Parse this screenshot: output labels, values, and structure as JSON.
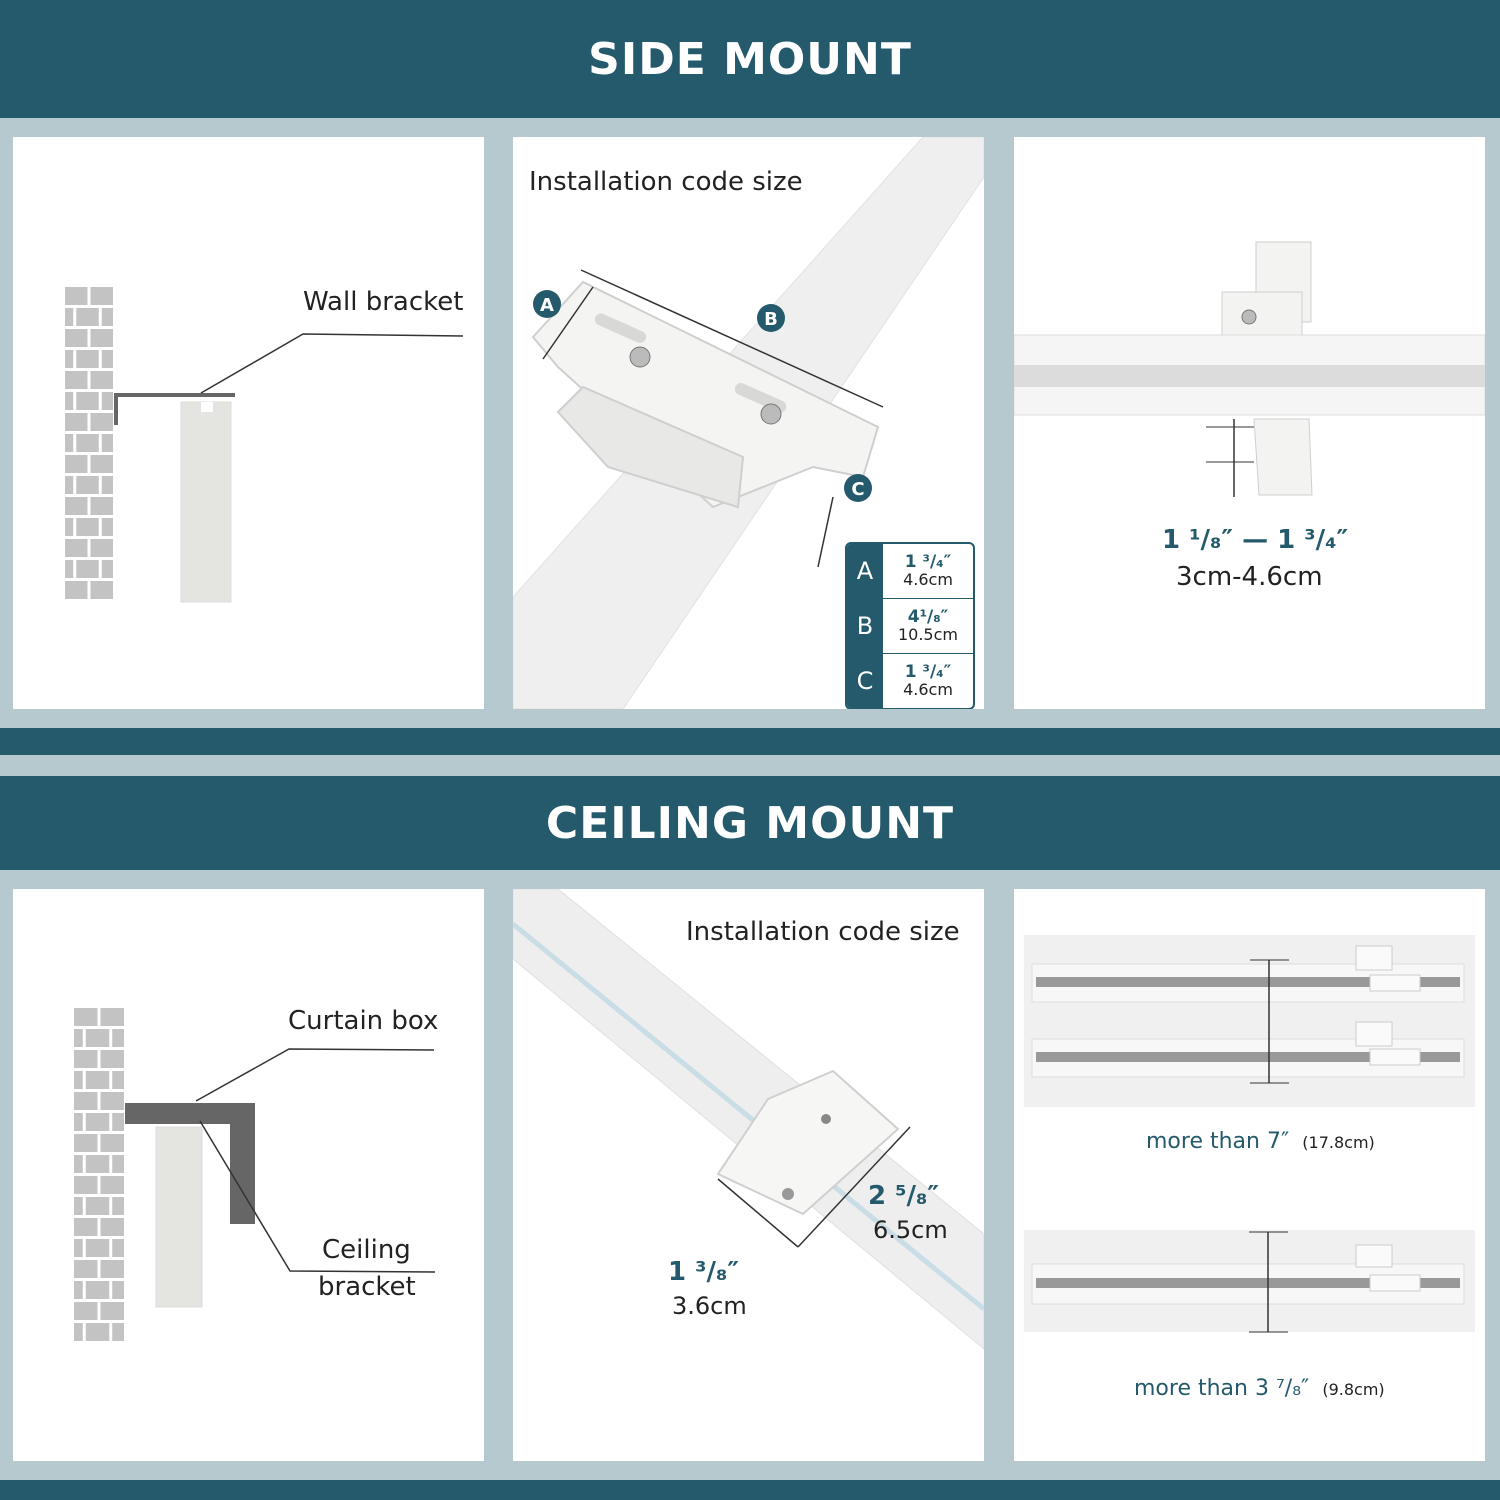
{
  "side": {
    "title": "SIDE MOUNT",
    "wall_label": "Wall bracket",
    "code_title": "Installation code size",
    "markers": [
      "A",
      "B",
      "C"
    ],
    "codes": [
      {
        "key": "A",
        "inch": "1 ³/₄″",
        "cm": "4.6cm"
      },
      {
        "key": "B",
        "inch": "4¹/₈″",
        "cm": "10.5cm"
      },
      {
        "key": "C",
        "inch": "1 ³/₄″",
        "cm": "4.6cm"
      }
    ],
    "range_inch": "1 ¹/₈″ — 1 ³/₄″",
    "range_cm": "3cm-4.6cm"
  },
  "ceiling": {
    "title": "CEILING MOUNT",
    "box_label": "Curtain box",
    "bracket_label_1": "Ceiling",
    "bracket_label_2": "bracket",
    "code_title": "Installation code size",
    "width_inch": "2 ⁵/₈″",
    "width_cm": "6.5cm",
    "depth_inch": "1 ³/₈″",
    "depth_cm": "3.6cm",
    "double_text": "more than 7″",
    "double_cm": "(17.8cm)",
    "single_text": "more than 3 ⁷/₈″",
    "single_cm": "(9.8cm)"
  },
  "colors": {
    "teal": "#245a6b",
    "border": "#b5c9cf",
    "brick": "#c3c3c3",
    "box": "#666666"
  }
}
